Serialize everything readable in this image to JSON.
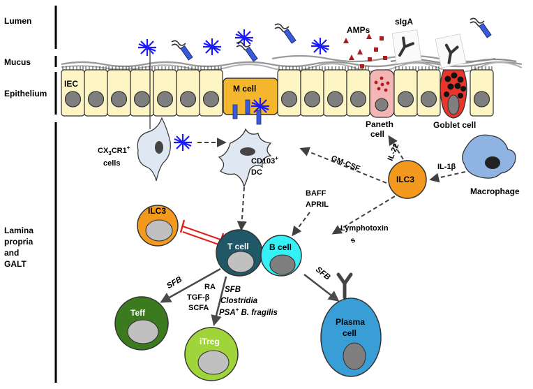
{
  "layers": {
    "lumen": "Lumen",
    "mucus": "Mucus",
    "epithelium": "Epithelium",
    "lamina_line1": "Lamina",
    "lamina_line2": "propria",
    "lamina_line3": "and",
    "lamina_line4": "GALT"
  },
  "labels": {
    "iec": "IEC",
    "m_cell": "M cell",
    "amps": "AMPs",
    "siga": "sIgA",
    "paneth_line1": "Paneth",
    "paneth_line2": "cell",
    "goblet": "Goblet cell",
    "cx3cr1_main": "CX",
    "cx3cr1_sub": "3",
    "cx3cr1_rest": "CR1",
    "cx3cr1_sup": "+",
    "cx3cr1_line2": "cells",
    "cd103_main": "CD103",
    "cd103_sup": "+",
    "cd103_line2": "DC",
    "gmcsf": "GM-CSF",
    "il22": "IL-22",
    "il1b": "IL-1β",
    "ilc3_right": "ILC3",
    "macrophage": "Macrophage",
    "baff": "BAFF",
    "april": "APRIL",
    "ilc3_left": "ILC3",
    "t_cell": "T cell",
    "b_cell": "B cell",
    "lympho_line1": "Lymphotoxin",
    "lympho_line2": "s",
    "sfb_left": "SFB",
    "sfb_right": "SFB",
    "ra": "RA",
    "tgfb": "TGF-β",
    "scfa": "SCFA",
    "sfb_mid": "SFB",
    "clostridia": "Clostridia",
    "psa_main": "PSA",
    "psa_sup": "+",
    "psa_rest": " B. fragilis",
    "teff": "Teff",
    "itreg": "iTreg",
    "plasma_line1": "Plasma",
    "plasma_line2": "cell"
  },
  "colors": {
    "epithelial_cell": "#fdf5c4",
    "nucleus": "#7f7f7f",
    "m_cell": "#f3b62c",
    "paneth_cell": "#f4b6b4",
    "goblet_cell": "#e8362d",
    "antigen": "#1a1aff",
    "bacteria": "#3a5bd6",
    "amp": "#b01b1b",
    "dendritic_cell": "#dfe7f2",
    "macrophage": "#8fb4e3",
    "ilc3": "#f39a1e",
    "t_cell": "#215868",
    "b_cell": "#35f0f4",
    "teff": "#3b7a1e",
    "itreg": "#9fd43a",
    "plasma_cell": "#3a9ed6",
    "inhibition": "#e3201c"
  }
}
